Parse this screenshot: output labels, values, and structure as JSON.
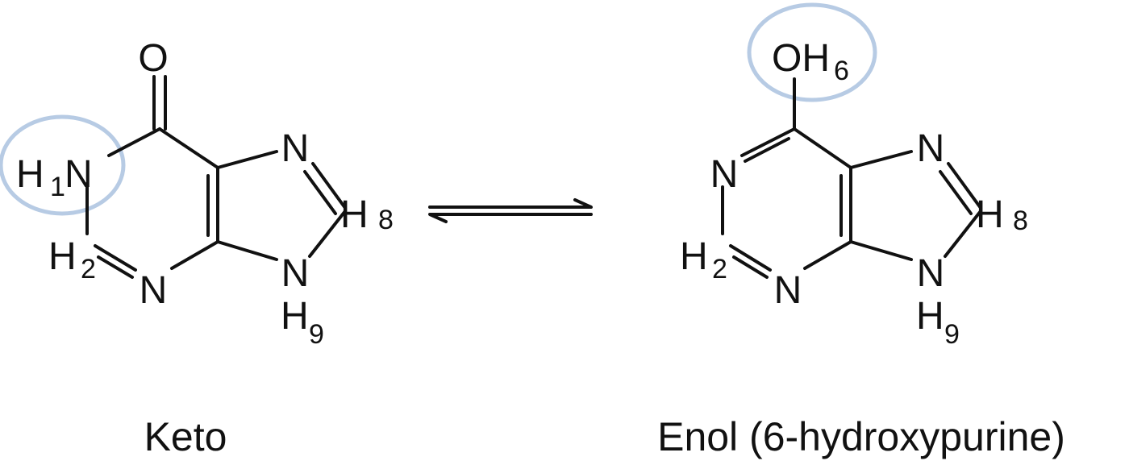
{
  "highlight_color": "#b7cbe4",
  "keto": {
    "caption": "Keto",
    "atoms": {
      "o": "O",
      "n1": "N",
      "h1": "H",
      "h1_num": "1",
      "n7": "N",
      "h8": "H",
      "h8_num": "8",
      "n9": "N",
      "h9": "H",
      "h9_num": "9",
      "h2": "H",
      "h2_num": "2",
      "n3": "N"
    }
  },
  "enol": {
    "caption": "Enol (6-hydroxypurine)",
    "atoms": {
      "oh": "OH",
      "oh_num": "6",
      "n1": "N",
      "n7": "N",
      "h8": "H",
      "h8_num": "8",
      "n9": "N",
      "h9": "H",
      "h9_num": "9",
      "h2": "H",
      "h2_num": "2",
      "n3": "N"
    }
  }
}
